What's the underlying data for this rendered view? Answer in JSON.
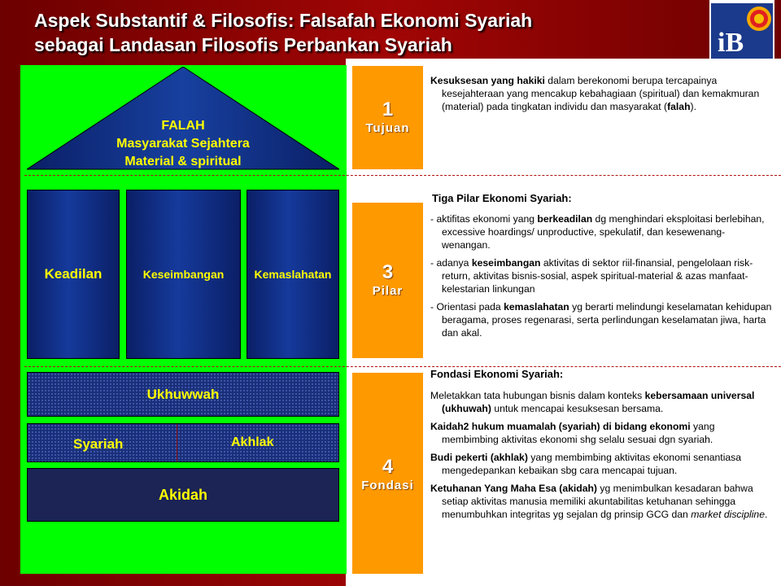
{
  "title": {
    "line1": "Aspek Substantif & Filosofis: Falsafah Ekonomi Syariah",
    "line2": "sebagai Landasan Filosofis Perbankan Syariah"
  },
  "logo": {
    "text": "iB",
    "icon": "sun-emblem-icon"
  },
  "house": {
    "roof": [
      "FALAH",
      "Masyarakat Sejahtera",
      "Material & spiritual"
    ],
    "pillars": [
      "Keadilan",
      "Keseimbangan",
      "Kemaslahatan"
    ],
    "ukhuwwah": "Ukhuwwah",
    "syariah": "Syariah",
    "akhlak": "Akhlak",
    "akidah": "Akidah"
  },
  "sections": {
    "tujuan": {
      "num": "1",
      "word": "Tujuan",
      "t1": "Kesuksesan yang hakiki",
      "t2": " dalam berekonomi berupa tercapainya kesejahteraan yang mencakup kebahagiaan (spiritual) dan kemakmuran (material) pada tingkatan individu dan masyarakat (",
      "t3": "falah",
      "t4": ")."
    },
    "pilar": {
      "num": "3",
      "word": "Pilar",
      "header": "Tiga Pilar Ekonomi Syariah:",
      "p1a": "- aktifitas ekonomi yang ",
      "p1b": "berkeadilan",
      "p1c": " dg menghindari eksploitasi berlebihan, excessive hoardings/ unproductive, spekulatif, dan kesewenang-wenangan.",
      "p2a": "- adanya ",
      "p2b": "keseimbangan",
      "p2c": " aktivitas di sektor riil-finansial, pengelolaan risk-return, aktivitas bisnis-sosial, aspek spiritual-material & azas manfaat-kelestarian linkungan",
      "p3a": "- Orientasi pada ",
      "p3b": "kemaslahatan",
      "p3c": " yg berarti melindungi keselamatan kehidupan beragama, proses regenarasi, serta perlindungan keselamatan jiwa, harta dan akal."
    },
    "fondasi": {
      "num": "4",
      "word": "Fondasi",
      "header": "Fondasi Ekonomi Syariah:",
      "f1a": "Meletakkan tata hubungan bisnis dalam konteks ",
      "f1b": "kebersamaan universal (ukhuwah)",
      "f1c": " untuk mencapai kesuksesan bersama.",
      "f2a": "Kaidah2 hukum muamalah (syariah) di bidang ekonomi",
      "f2b": " yang membimbing aktivitas ekonomi shg selalu sesuai dgn syariah.",
      "f3a": "Budi pekerti (akhlak)",
      "f3b": " yang membimbing aktivitas ekonomi senantiasa mengedepankan kebaikan sbg cara mencapai tujuan.",
      "f4a": "Ketuhanan Yang Maha Esa (akidah)",
      "f4b": " yg menimbulkan kesadaran bahwa setiap aktivitas manusia memiliki akuntabilitas ketuhanan sehingga menumbuhkan integritas yg sejalan dg prinsip GCG dan ",
      "f4c": "market discipline",
      "f4d": "."
    }
  }
}
